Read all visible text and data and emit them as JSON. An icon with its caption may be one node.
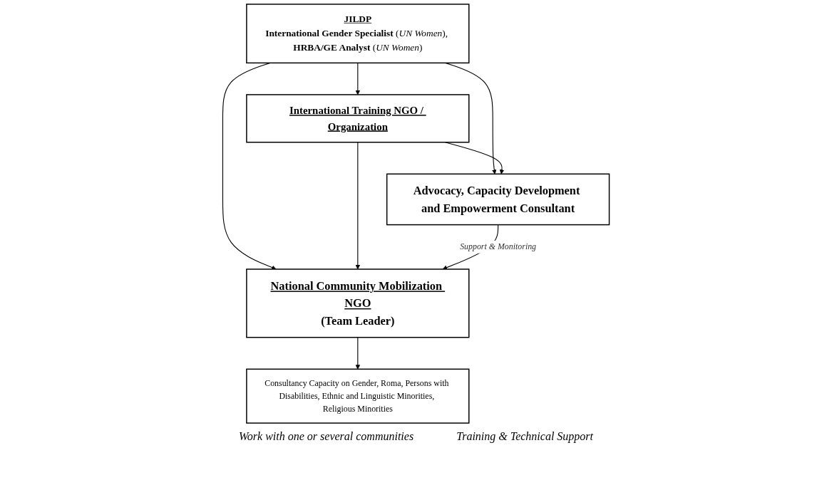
{
  "diagram": {
    "nodes": [
      {
        "text": [
          "JILDP",
          "**International Gender Specialist** (*UN Women*), **HRBA/GE Analyst** (*UN Women*)"
        ]
      },
      {
        "text": [
          "International Training NGO / Organization"
        ]
      },
      {
        "text": [
          "National Community Mobilization NGO",
          "(Team Leader)"
        ]
      },
      {
        "text": [
          "Advocacy, Capacity Development and Empowerment Consultant"
        ]
      },
      {
        "text": [
          "Consultancy Capacity on Gender, Roma, Persons with Disabilities, Ethnic and Linguistic Minorities, Religious Minorities"
        ],
        "beside": [
          "Work with one or several communities"
        ]
      }
    ],
    "edges": [
      {
        "from": 0,
        "to": 1,
        "arrow": "to"
      },
      {
        "from": 0,
        "to": 2,
        "arrow": "to"
      },
      {
        "from": 0,
        "to": 3,
        "arrow": "to"
      },
      {
        "from": 1,
        "to": 2,
        "arrow": "to"
      },
      {
        "from": 1,
        "to": 3,
        "arrow": "to"
      },
      {
        "from": 3,
        "to": 2,
        "arrow": "to",
        "label": "Support & Monitoring"
      },
      {
        "from": 2,
        "to": 4,
        "arrow": "to"
      }
    ],
    "labels": [
      "Training & Technical Support"
    ]
  }
}
